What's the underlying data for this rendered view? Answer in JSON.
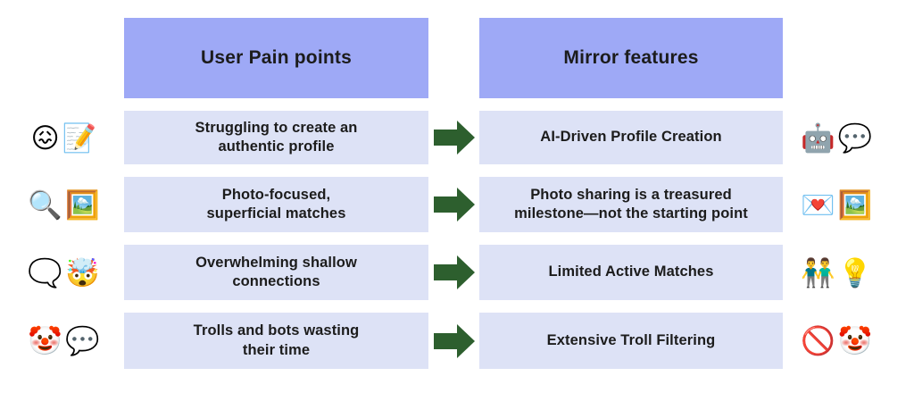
{
  "colors": {
    "header_box": "#9ea9f6",
    "row_box": "#dde2f6",
    "arrow": "#2d5f2e",
    "text": "#1c1c1c"
  },
  "headers": {
    "pain": "User Pain points",
    "mirror": "Mirror features"
  },
  "rows": [
    {
      "left_icons": [
        {
          "name": "confounded-face-icon",
          "glyph": "😖"
        },
        {
          "name": "memo-icon",
          "glyph": "📝"
        }
      ],
      "pain": "Struggling to create an\nauthentic profile",
      "mirror": "AI-Driven Profile Creation",
      "right_icons": [
        {
          "name": "robot-icon",
          "glyph": "🤖"
        },
        {
          "name": "speech-balloon-icon",
          "glyph": "💬"
        }
      ]
    },
    {
      "left_icons": [
        {
          "name": "magnifying-glass-icon",
          "glyph": "🔍"
        },
        {
          "name": "framed-picture-icon",
          "glyph": "🖼️"
        }
      ],
      "pain": "Photo-focused,\nsuperficial matches",
      "mirror": "Photo sharing is a treasured\nmilestone—not the starting point",
      "right_icons": [
        {
          "name": "love-letter-icon",
          "glyph": "💌"
        },
        {
          "name": "framed-picture-icon",
          "glyph": "🖼️"
        }
      ]
    },
    {
      "left_icons": [
        {
          "name": "left-speech-bubble-icon",
          "glyph": "🗨️"
        },
        {
          "name": "exploding-head-icon",
          "glyph": "🤯"
        }
      ],
      "pain": "Overwhelming shallow\nconnections",
      "mirror": "Limited Active Matches",
      "right_icons": [
        {
          "name": "men-holding-hands-icon",
          "glyph": "👬"
        },
        {
          "name": "light-bulb-icon",
          "glyph": "💡"
        }
      ]
    },
    {
      "left_icons": [
        {
          "name": "clown-face-icon",
          "glyph": "🤡"
        },
        {
          "name": "speech-balloon-icon",
          "glyph": "💬"
        }
      ],
      "pain": "Trolls and bots wasting\ntheir time",
      "mirror": "Extensive Troll Filtering",
      "right_icons": [
        {
          "name": "prohibited-icon",
          "glyph": "🚫"
        },
        {
          "name": "clown-face-icon",
          "glyph": "🤡"
        }
      ]
    }
  ]
}
